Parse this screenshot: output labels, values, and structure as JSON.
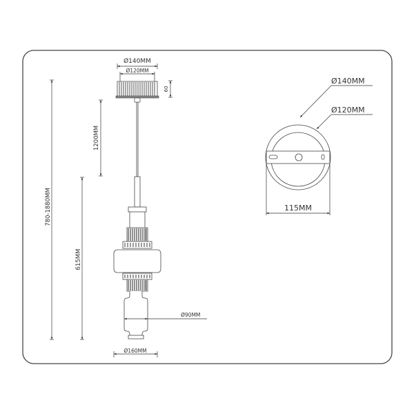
{
  "frame": {
    "stroke": "#444444"
  },
  "pendant": {
    "canopy_outer_diameter": "Ø140MM",
    "canopy_inner_diameter": "Ø120MM",
    "canopy_height": "60",
    "cord_length": "1200MM",
    "total_height": "780-1880MM",
    "body_height": "615MM",
    "glass_diameter": "Ø90MM",
    "disc_diameter": "Ø160MM"
  },
  "canopy_top_view": {
    "outer_diameter": "Ø140MM",
    "inner_diameter": "Ø120MM",
    "bracket_width": "115MM"
  }
}
